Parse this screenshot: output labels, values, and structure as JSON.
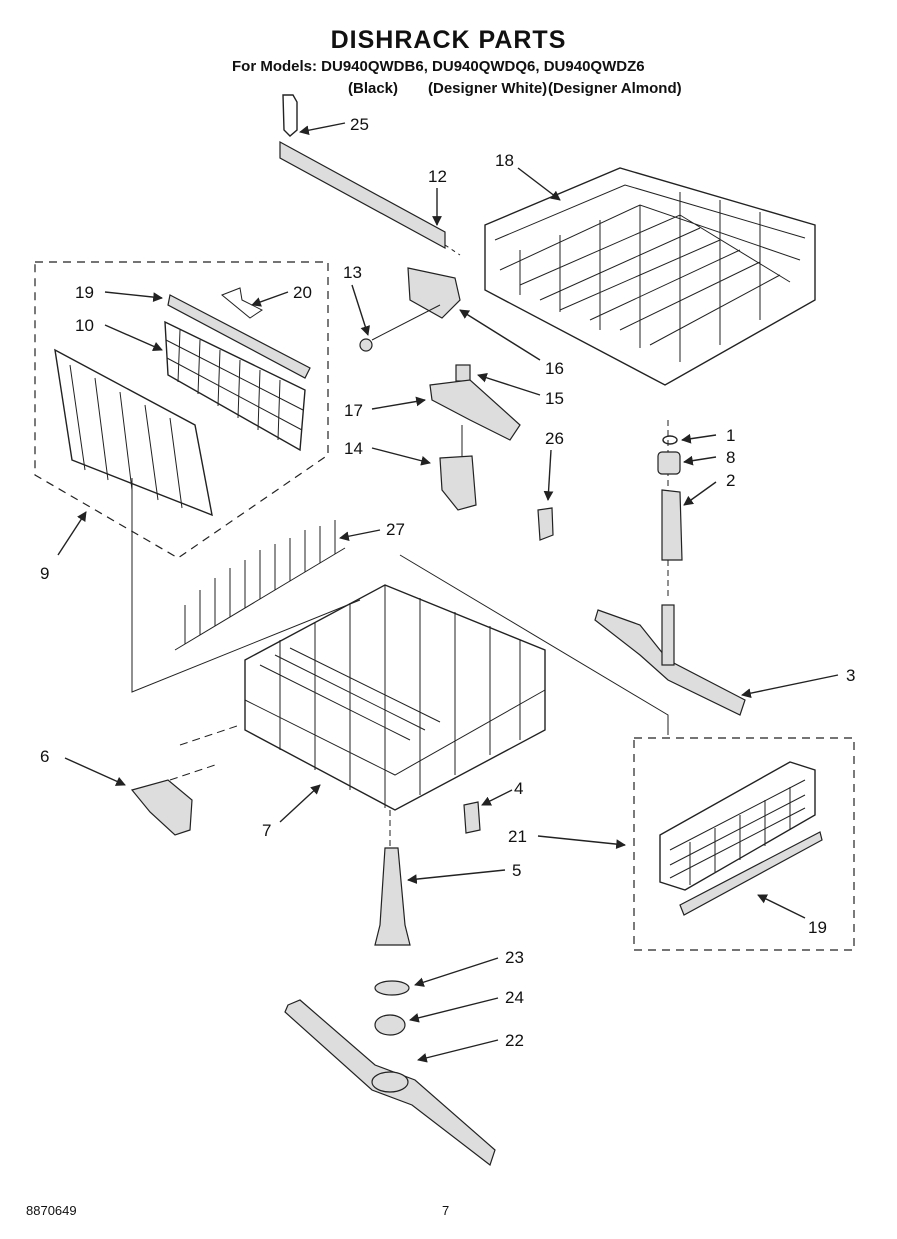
{
  "header": {
    "title": "DISHRACK PARTS",
    "models_line": "For Models: DU940QWDB6, DU940QWDQ6, DU940QWDZ6",
    "color_black": "(Black)",
    "color_white": "(Designer White)",
    "color_almond": "(Designer Almond)"
  },
  "callouts": [
    "25",
    "12",
    "18",
    "13",
    "19",
    "20",
    "10",
    "16",
    "15",
    "17",
    "14",
    "26",
    "1",
    "8",
    "2",
    "9",
    "27",
    "3",
    "6",
    "4",
    "7",
    "21",
    "5",
    "19",
    "23",
    "24",
    "22"
  ],
  "footer": {
    "code": "8870649",
    "page": "7"
  }
}
